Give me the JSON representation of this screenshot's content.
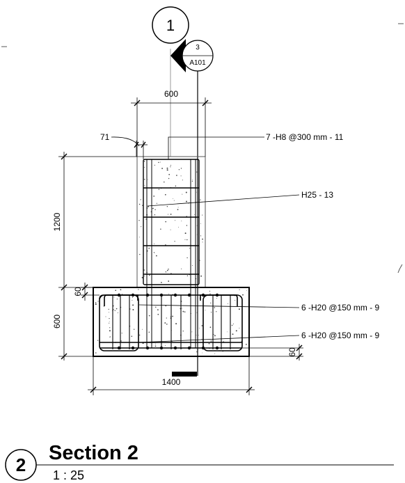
{
  "grid_bubble": {
    "label": "1"
  },
  "section_marker": {
    "number": "3",
    "sheet": "A101"
  },
  "dimensions": {
    "column_width": "600",
    "cover": "71",
    "column_height": "1200",
    "footing_top_cover": "60",
    "footing_height": "600",
    "footing_bottom_cover": "60",
    "footing_width": "1400"
  },
  "rebar_tags": {
    "ties": "7 -H8 @300 mm - 11",
    "vertical_bars": "H25 - 13",
    "top_mesh": "6 -H20 @150 mm - 9",
    "bottom_mesh": "6 -H20 @150 mm - 9"
  },
  "view_title": {
    "number": "2",
    "name": "Section 2",
    "scale": "1 : 25"
  }
}
